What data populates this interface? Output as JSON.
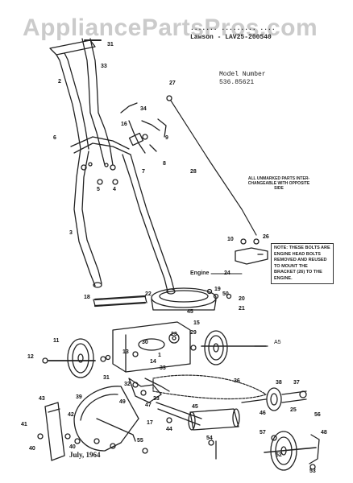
{
  "watermark": "AppliancePartsPros.com",
  "header": {
    "line1": "....... ......... ....",
    "line2": "Lawson - LAV25-200540"
  },
  "model": {
    "line1": "Model Number",
    "line2": "536.85621"
  },
  "small_note": "ALL UNMARKED PARTS INTER-CHANGEABLE WITH OPPOSITE SIDE",
  "bolt_note": "NOTE: THESE BOLTS ARE ENGINE HEAD BOLTS REMOVED AND REUSED TO MOUNT THE BRACKET (26) TO THE ENGINE.",
  "engine_label": "Engine",
  "aux_label": "A5",
  "date": "July, 1964",
  "callouts": [
    "31",
    "33",
    "2",
    "27",
    "34",
    "16",
    "6",
    "9",
    "7",
    "8",
    "5",
    "4",
    "28",
    "3",
    "10",
    "26",
    "24",
    "19",
    "50",
    "18",
    "22",
    "20",
    "21",
    "15",
    "29",
    "23",
    "11",
    "12",
    "13",
    "14",
    "31",
    "33",
    "32",
    "36",
    "38",
    "37",
    "43",
    "39",
    "49",
    "42",
    "47",
    "41",
    "40",
    "55",
    "40",
    "17",
    "44",
    "45",
    "46",
    "25",
    "54",
    "52",
    "57",
    "53",
    "56",
    "48",
    "45",
    "30",
    "33",
    "1"
  ]
}
